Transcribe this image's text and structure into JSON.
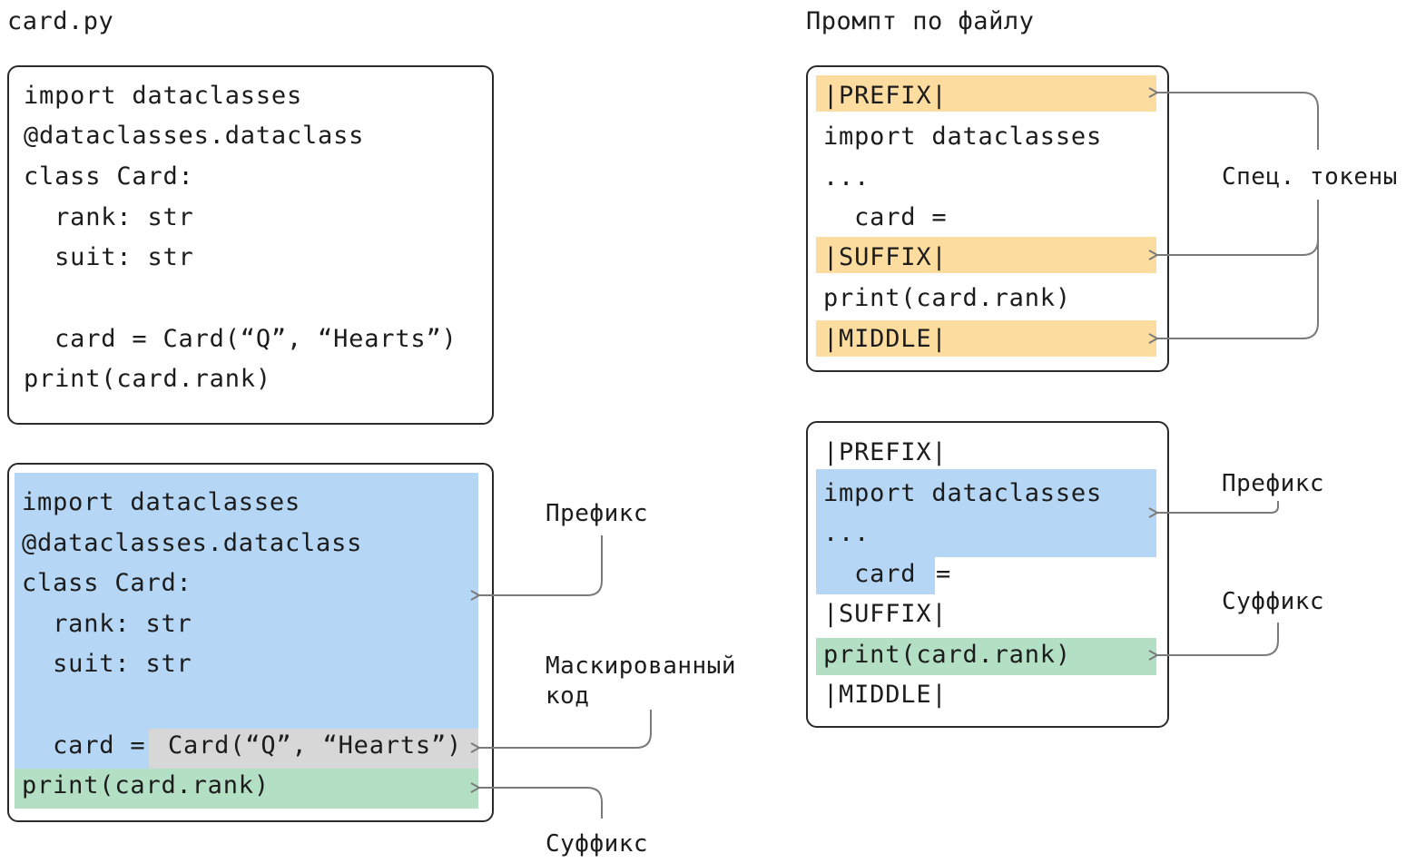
{
  "titles": {
    "file": "card.py",
    "prompt": "Промпт по файлу"
  },
  "source_code": [
    "import dataclasses",
    "@dataclasses.dataclass",
    "class Card:",
    "  rank: str",
    "  suit: str",
    "",
    "  card = Card(“Q”, “Hearts”)",
    "print(card.rank)"
  ],
  "split_code": {
    "prefix_lines": [
      "import dataclasses",
      "@dataclasses.dataclass",
      "class Card:",
      "  rank: str",
      "  suit: str",
      "",
      "  card ="
    ],
    "masked": "Card(“Q”, “Hearts”)",
    "suffix": "print(card.rank)"
  },
  "prompt_tokens": {
    "prefix": "|PREFIX|",
    "suffix": "|SUFFIX|",
    "middle": "|MIDDLE|",
    "line1": "import dataclasses",
    "line2": "...",
    "line3": "  card =",
    "line4": "print(card.rank)"
  },
  "annotated_prompt": {
    "prefix": "|PREFIX|",
    "line1": "import dataclasses",
    "line2": "...",
    "card_part": "  card",
    "eq": " =",
    "suffix": "|SUFFIX|",
    "line4": "print(card.rank)",
    "middle": "|MIDDLE|"
  },
  "labels": {
    "prefix_left": "Префикс",
    "masked_left": "Маскированный\nкод",
    "suffix_left": "Суффикс",
    "special_tokens": "Спец. токены",
    "prefix_right": "Префикс",
    "suffix_right": "Суффикс"
  },
  "colors": {
    "special_token": "#fddc9f",
    "prefix": "#b5d6f4",
    "suffix": "#b3dfc4",
    "masked": "#d7d7d7",
    "arrow": "#7a7a7a"
  }
}
